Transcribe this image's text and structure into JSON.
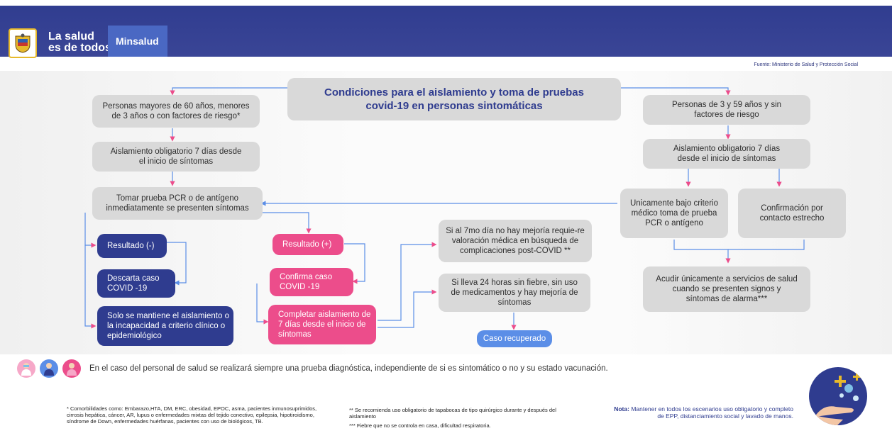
{
  "header": {
    "brand_line1": "La salud",
    "brand_line2": "es de todos",
    "ministry": "Minsalud"
  },
  "source": "Fuente: Ministerio de Salud y Protección Social",
  "title": {
    "line1": "Condiciones para el aislamiento y toma de pruebas",
    "line2": "covid-19 en personas sintomáticas"
  },
  "left": {
    "group": "Personas mayores de 60 años, menores de 3 años o con factores de riesgo*",
    "isolation": "Aislamiento obligatorio 7 días desde el inicio de síntomas",
    "test": "Tomar prueba PCR o de antígeno inmediatamente se presenten síntomas",
    "neg_result": "Resultado (-)",
    "discard": "Descarta caso COVID -19",
    "maintain": "Solo se mantiene el aislamiento o la incapacidad a criterio clínico o  epidemiológico"
  },
  "middle": {
    "pos_result": "Resultado (+)",
    "confirm": "Confirma caso COVID -19",
    "complete": "Completar aislamiento de 7 días desde el inicio de síntomas",
    "day7": "Si al 7mo día no hay mejoría requie-re valoración médica en búsqueda de complicaciones post-COVID **",
    "h24": "Si lleva 24 horas sin fiebre, sin uso de medicamentos y hay mejoría de síntomas",
    "recovered": "Caso recuperado"
  },
  "right": {
    "group": "Personas de 3 y 59 años y sin factores de riesgo",
    "isolation": "Aislamiento obligatorio 7 días desde el inicio de síntomas",
    "criteria": "Unicamente bajo criterio médico toma de prueba PCR o antígeno",
    "contact": "Confirmación por contacto estrecho",
    "services": "Acudir únicamente a servicios de salud cuando se presenten signos y síntomas de alarma***"
  },
  "health_staff_note": "En el caso del personal de salud se realizará siempre una prueba diagnóstica, independiente de si es sintomático o no y su estado vacunación.",
  "footnotes": {
    "comorbid": "* Comorbilidades como: Embarazo,HTA, DM, ERC, obesidad, EPOC, asma, pacientes inmunosuprimidos, cirrosis hepática, cáncer, AR, lupus o enfermedades mixtas del tejido conectivo, epilepsia, hipotiroidismo, síndrome de Down, enfermedades huérfanas, pacientes con uso de biológicos, TB.",
    "mask": "** Se recomienda uso obligatorio de tapabocas de tipo quirúrgico durante y después del aislamiento",
    "fever": "*** Fiebre que no se controla en casa, dificultad respiratoria.",
    "nota_label": "Nota:",
    "nota_text": "Mantener en todos los escenarios uso obligatorio y completo de EPP, distanciamiento social y lavado de manos."
  },
  "colors": {
    "navy": "#2f3c8f",
    "pink": "#ec4d8b",
    "gray": "#d9d9d9",
    "light_blue": "#5b8ee7"
  }
}
